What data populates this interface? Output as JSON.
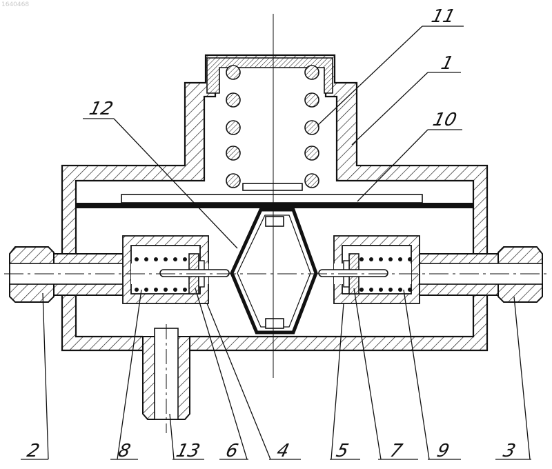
{
  "image_id_mark": "1640468",
  "callouts": [
    "11",
    "1",
    "12",
    "10",
    "2",
    "8",
    "13",
    "6",
    "4",
    "5",
    "7",
    "9",
    "3"
  ]
}
